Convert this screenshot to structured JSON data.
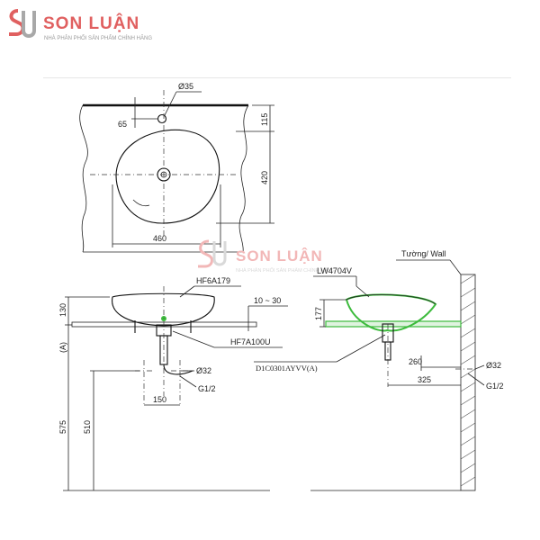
{
  "brand": {
    "name": "SON LUẬN",
    "tagline": "NHÀ PHÂN PHỐI SẢN PHẨM CHÍNH HÃNG",
    "accent_color": "#e06060"
  },
  "watermark": {
    "name": "SON LUẬN",
    "tagline": "NHÀ PHÂN PHỐI SẢN PHẨM CHÍNH HÃNG"
  },
  "top_view": {
    "hole_diameter": "Ø35",
    "hole_offset": "65",
    "depth_back": "115",
    "depth": "420",
    "width": "460"
  },
  "front_view": {
    "basin_model": "HF6A179",
    "rim_height": "130",
    "counter_range": "10 ~ 30",
    "drain_model": "HF7A100U",
    "height_a": "(A)",
    "pipe_diameter": "Ø32",
    "thread": "G1/2",
    "spacing": "150",
    "floor_height": "575",
    "drain_height": "510"
  },
  "side_view": {
    "wall_label": "Tường/ Wall",
    "basin_model": "LW4704V",
    "height": "177",
    "trap_model": "D1C0301AYVV(A)",
    "distance_inner": "260",
    "distance_outer": "325",
    "pipe_diameter": "Ø32",
    "thread": "G1/2",
    "highlight_color": "#3dbb3d"
  }
}
